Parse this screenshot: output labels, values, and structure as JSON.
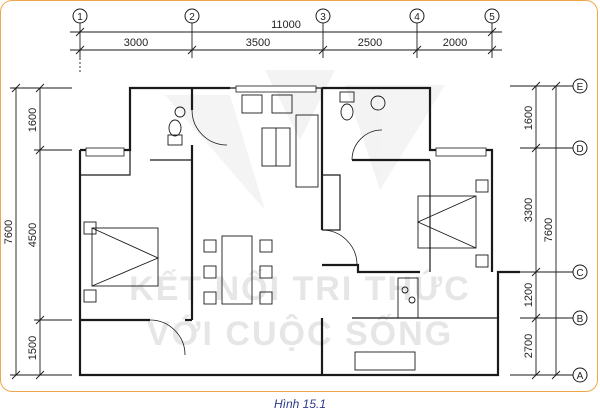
{
  "caption": "Hình 15.1",
  "watermark": {
    "line1": "KẾT NỐI TRI THỨC",
    "line2": "VỚI CUỘC SỐNG"
  },
  "grid": {
    "columns": [
      "1",
      "2",
      "3",
      "4",
      "5"
    ],
    "rows_top_to_bottom": [
      "E",
      "D",
      "C",
      "B",
      "A"
    ]
  },
  "dimensions": {
    "top_total": "11000",
    "top_segments": [
      "3000",
      "3500",
      "2500",
      "2000"
    ],
    "left_total": "7600",
    "left_segments": [
      "1600",
      "4500",
      "1500"
    ],
    "right_total": "7600",
    "right_a": [
      "1600",
      "3300"
    ],
    "right_b": [
      "1200",
      "2700"
    ]
  },
  "colors": {
    "frame": "#f0a64a",
    "caption": "#2d3a8c",
    "line": "#1a1a1a"
  }
}
